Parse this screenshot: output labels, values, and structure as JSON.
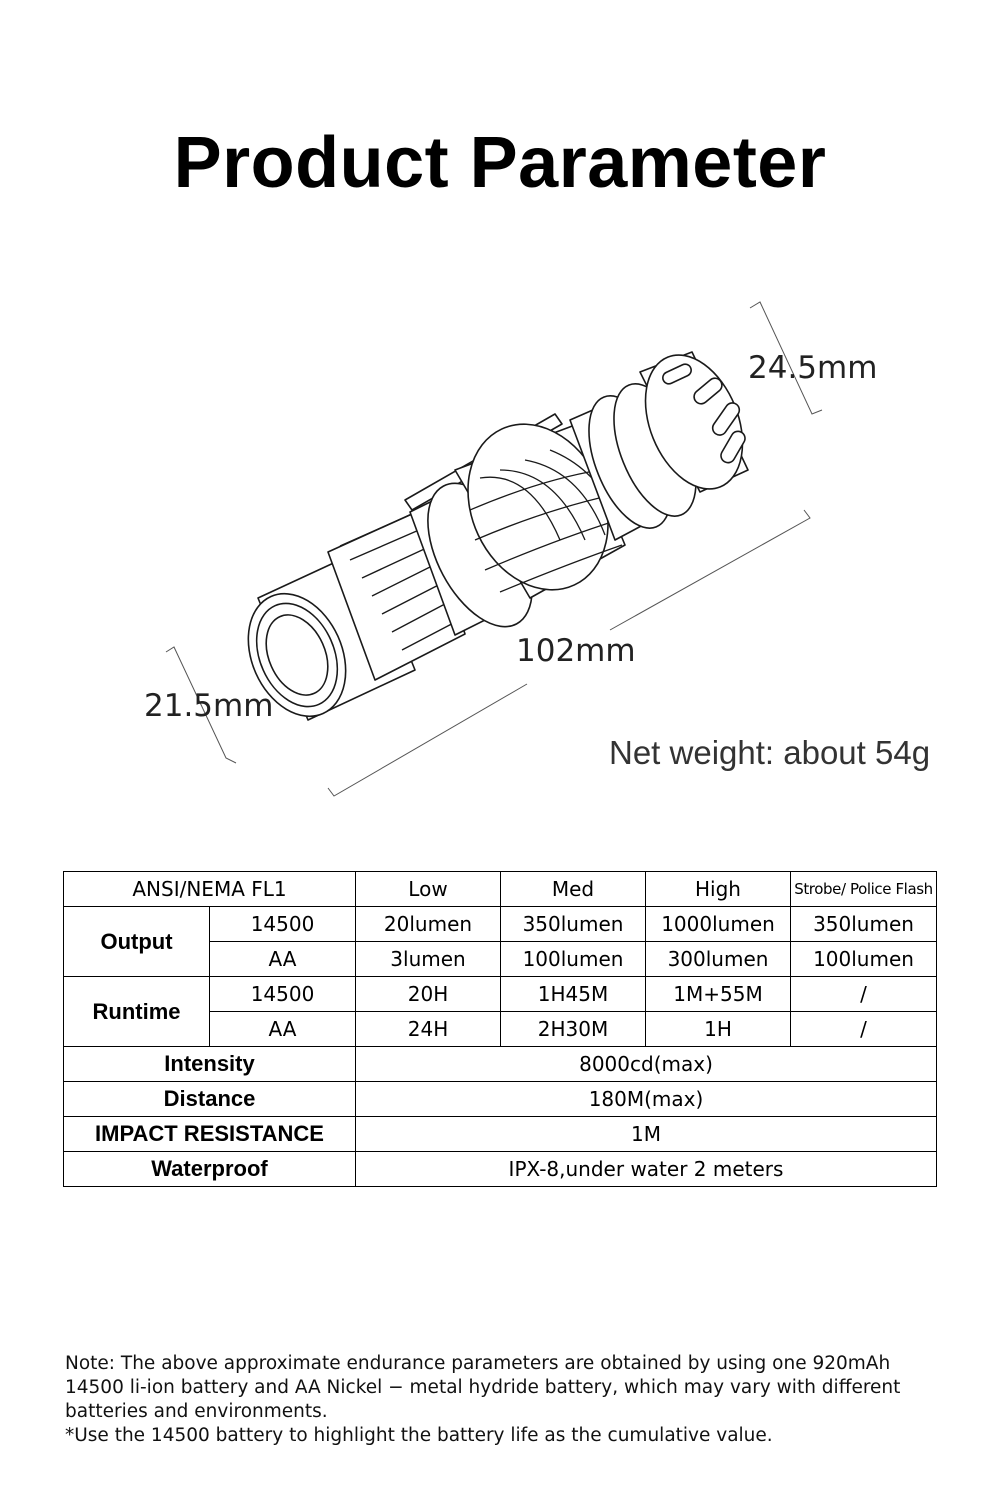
{
  "title": "Product Parameter",
  "dimensions": {
    "head_diameter": "24.5mm",
    "length": "102mm",
    "tail_diameter": "21.5mm"
  },
  "net_weight": "Net weight: about 54g",
  "table": {
    "header": {
      "label": "ANSI/NEMA FL1",
      "modes": [
        "Low",
        "Med",
        "High",
        "Strobe/ Police Flash"
      ]
    },
    "output": {
      "label": "Output",
      "rows": [
        {
          "battery": "14500",
          "values": [
            "20lumen",
            "350lumen",
            "1000lumen",
            "350lumen"
          ]
        },
        {
          "battery": "AA",
          "values": [
            "3lumen",
            "100lumen",
            "300lumen",
            "100lumen"
          ]
        }
      ]
    },
    "runtime": {
      "label": "Runtime",
      "rows": [
        {
          "battery": "14500",
          "values": [
            "20H",
            "1H45M",
            "1M+55M",
            "/"
          ]
        },
        {
          "battery": "AA",
          "values": [
            "24H",
            "2H30M",
            "1H",
            "/"
          ]
        }
      ]
    },
    "specs": [
      {
        "label": "Intensity",
        "value": "8000cd(max)"
      },
      {
        "label": "Distance",
        "value": "180M(max)"
      },
      {
        "label": "IMPACT RESISTANCE",
        "value": "1M"
      },
      {
        "label": "Waterproof",
        "value": "IPX-8,under water 2 meters"
      }
    ]
  },
  "note": {
    "text": "Note: The above approximate endurance parameters are obtained by using one 920mAh 14500 li-ion battery and AA Nickel − metal hydride battery, which may vary with different batteries and environments.",
    "footnote": "*Use the 14500 battery to highlight the battery life as the cumulative value."
  }
}
